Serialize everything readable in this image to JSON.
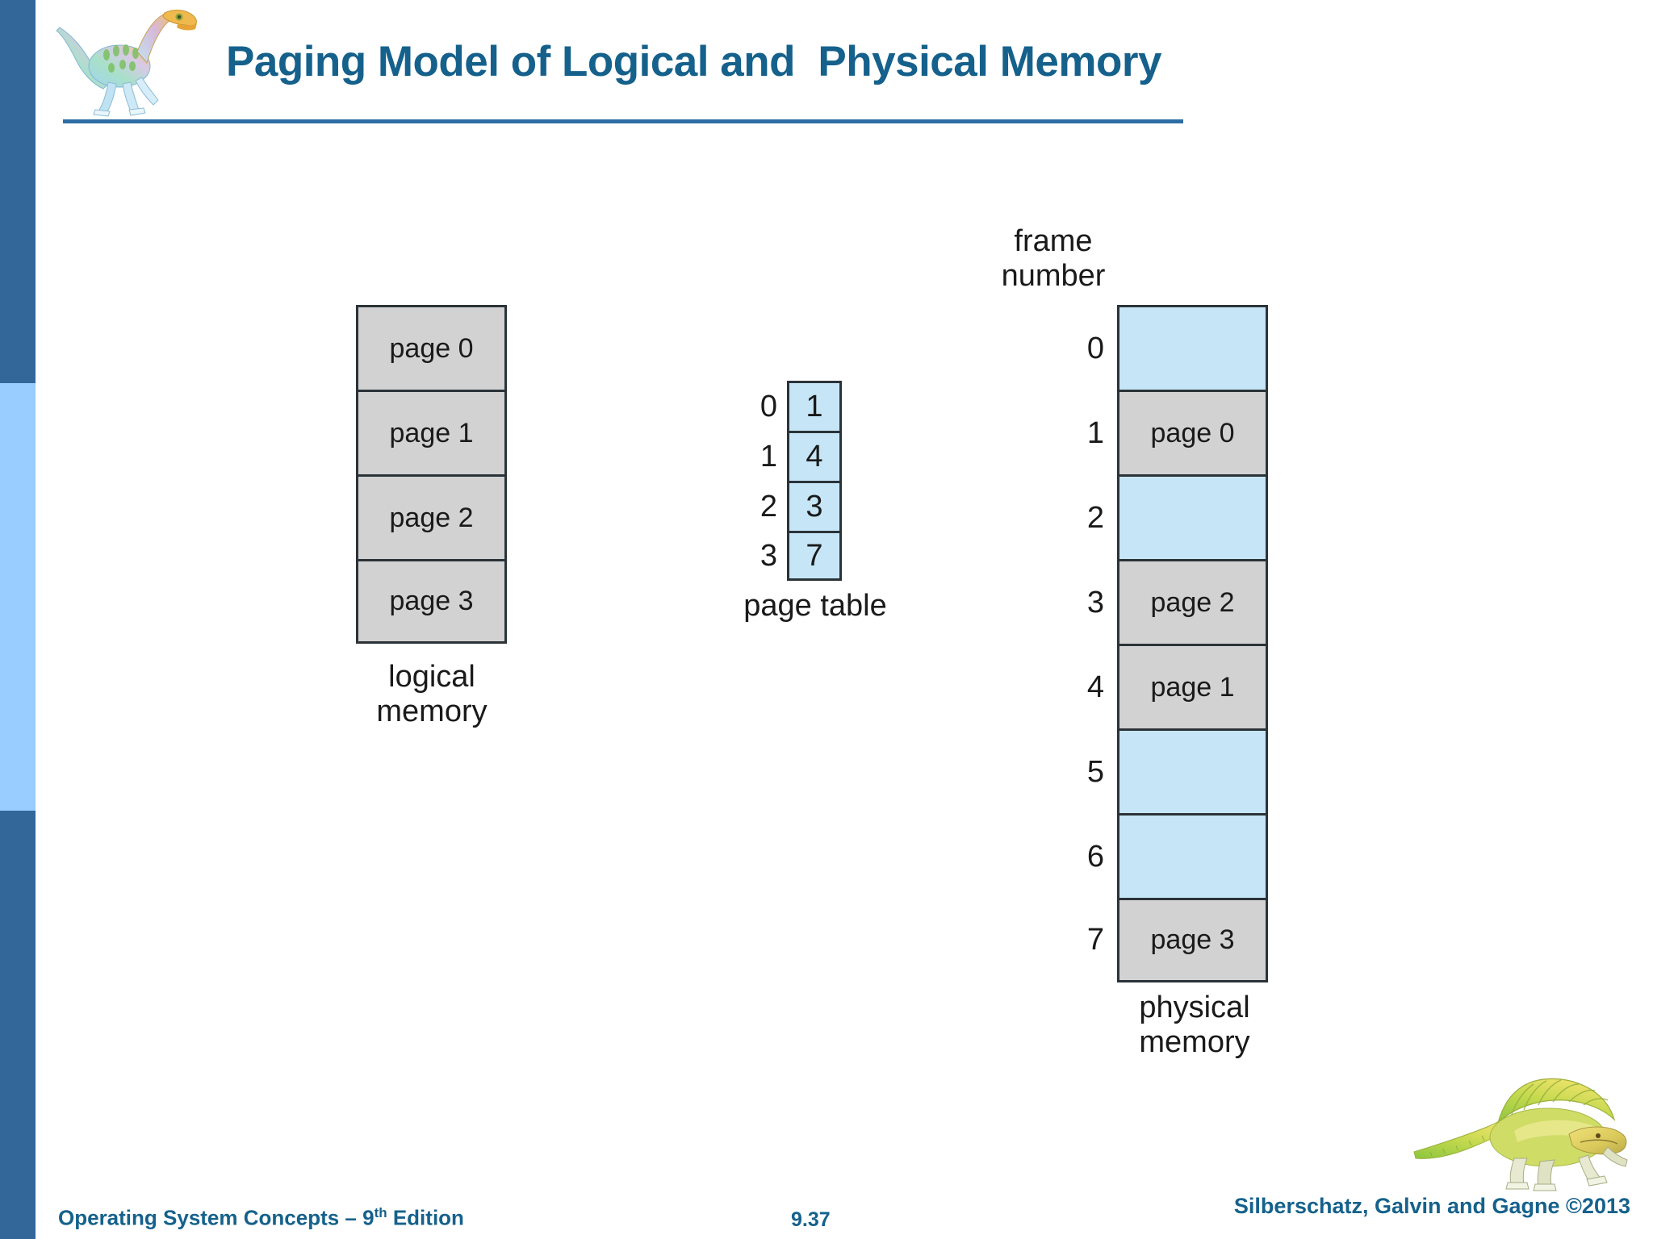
{
  "slide": {
    "title": "Paging Model of Logical and  Physical Memory",
    "title_color": "#15618C",
    "accent_rule_color": "#2E6DA4"
  },
  "sidebar": {
    "stripe_dark_color": "#336699",
    "stripe_light_color": "#99CCFF"
  },
  "logos": {
    "top": "dinosaur-icon",
    "bottom": "dimetrodon-icon"
  },
  "diagram": {
    "logical_memory": {
      "caption": "logical\nmemory",
      "cells": [
        {
          "label": "page 0",
          "fill": "gray"
        },
        {
          "label": "page 1",
          "fill": "gray"
        },
        {
          "label": "page 2",
          "fill": "gray"
        },
        {
          "label": "page 3",
          "fill": "gray"
        }
      ]
    },
    "page_table": {
      "caption": "page table",
      "rows": [
        {
          "index": "0",
          "value": "1"
        },
        {
          "index": "1",
          "value": "4"
        },
        {
          "index": "2",
          "value": "3"
        },
        {
          "index": "3",
          "value": "7"
        }
      ]
    },
    "physical_memory": {
      "header_caption": "frame\nnumber",
      "caption": "physical\nmemory",
      "frames": [
        {
          "index": "0",
          "label": "",
          "fill": "blue"
        },
        {
          "index": "1",
          "label": "page 0",
          "fill": "gray"
        },
        {
          "index": "2",
          "label": "",
          "fill": "blue"
        },
        {
          "index": "3",
          "label": "page 2",
          "fill": "gray"
        },
        {
          "index": "4",
          "label": "page 1",
          "fill": "gray"
        },
        {
          "index": "5",
          "label": "",
          "fill": "blue"
        },
        {
          "index": "6",
          "label": "",
          "fill": "blue"
        },
        {
          "index": "7",
          "label": "page 3",
          "fill": "gray"
        }
      ]
    },
    "colors": {
      "gray_fill": "#D2D2D2",
      "blue_fill": "#C6E6F7",
      "border": "#2B3338"
    }
  },
  "footer": {
    "left_text_before": "Operating System Concepts – 9",
    "left_superscript": "th",
    "left_text_after": " Edition",
    "page_number": "9.37",
    "copyright": "Silberschatz, Galvin and Gagne ©2013"
  }
}
